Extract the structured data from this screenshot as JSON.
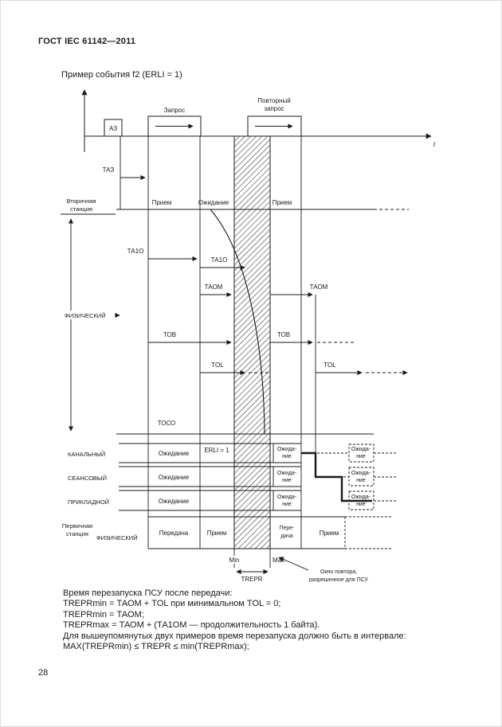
{
  "page": {
    "header": "ГОСТ IEC 61142—2011",
    "caption": "Пример события f2 (ERLI = 1)",
    "page_number": "28"
  },
  "colors": {
    "ink": "#1a1a1a",
    "paper": "#ffffff"
  },
  "diagram": {
    "az_box": "АЗ",
    "request_label": "Запрос",
    "repeat_request_line1": "Повторный",
    "repeat_request_line2": "запрос",
    "t_label": "t",
    "taz_label": "ТАЗ",
    "secondary_station_line1": "Вторичная",
    "secondary_station_line2": "станция",
    "physical_secondary": "ФИЗИЧЕСКИЙ",
    "receive_left": "Прием",
    "wait_top": "Ожидание",
    "receive_right": "Прием",
    "ta1o_left": "ТА1О",
    "ta1o_mid": "ТА1О",
    "taom_left": "ТАОМ",
    "taom_right": "ТАОМ",
    "tob_left": "ТОВ",
    "tob_right": "ТОВ",
    "tol_left": "TOL",
    "tol_right": "TOL",
    "toco": "ТОСО",
    "link_layer": "КАНАЛЬНЫЙ",
    "session_layer": "СЕАНСОВЫЙ",
    "app_layer": "ПРИКЛАДНОЙ",
    "erli": "ERLI = 1",
    "link_wait": "Ожидание",
    "link_wait2_line1": "Ожида-",
    "link_wait2_line2": "ние",
    "link_wait3_line1": "Ожида-",
    "link_wait3_line2": "ние",
    "session_wait": "Ожидание",
    "session_wait2_line1": "Ожида-",
    "session_wait2_line2": "ние",
    "session_wait3_line1": "Ожида-",
    "session_wait3_line2": "ние",
    "app_wait": "Ожидание",
    "app_wait2_line1": "Ожида-",
    "app_wait2_line2": "ние",
    "app_wait3_line1": "Ожида-",
    "app_wait3_line2": "ние",
    "primary_station_line1": "Первичная",
    "primary_station_line2": "станция",
    "physical_primary": "ФИЗИЧЕСКИЙ",
    "transmit": "Передача",
    "receive_bottom_left": "Прием",
    "transmit2_line1": "Пере-",
    "transmit2_line2": "дача",
    "receive_bottom_right": "Прием",
    "min_label": "Min",
    "max_label": "Мах",
    "trepr_label": "TREPR",
    "window_line1": "Окно повтора,",
    "window_line2": "разрешенное для ПСУ"
  },
  "footer": {
    "lines": [
      "Время перезапуска ПСУ после передачи:",
      "TREPRmin = ТАОМ + TOL при минимальном TOL = 0;",
      "TREPRmin = ТАОМ;",
      "TREPRmax = ТАОМ + (ТА1ОМ — продолжительность 1 байта).",
      "Для вышеупомянутых двух примеров время перезапуска должно быть в интервале:",
      "MAX(TREPRmin) ≤ TREPR ≤ min(TREPRmax);"
    ]
  }
}
